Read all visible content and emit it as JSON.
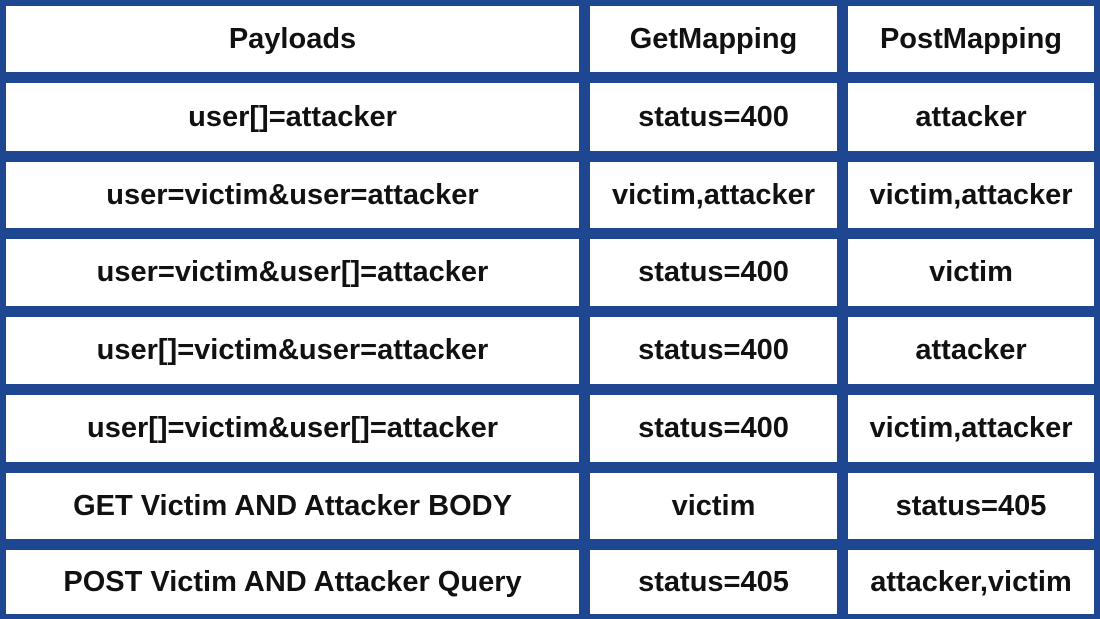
{
  "table": {
    "headers": [
      "Payloads",
      "GetMapping",
      "PostMapping"
    ],
    "rows": [
      [
        "user[]=attacker",
        "status=400",
        "attacker"
      ],
      [
        "user=victim&user=attacker",
        "victim,attacker",
        "victim,attacker"
      ],
      [
        "user=victim&user[]=attacker",
        "status=400",
        "victim"
      ],
      [
        "user[]=victim&user=attacker",
        "status=400",
        "attacker"
      ],
      [
        "user[]=victim&user[]=attacker",
        "status=400",
        "victim,attacker"
      ],
      [
        "GET Victim AND Attacker BODY",
        "victim",
        "status=405"
      ],
      [
        "POST Victim AND Attacker Query",
        "status=405",
        "attacker,victim"
      ]
    ]
  },
  "colors": {
    "border": "#1f4690",
    "cell_background": "#ffffff",
    "text": "#111111"
  }
}
